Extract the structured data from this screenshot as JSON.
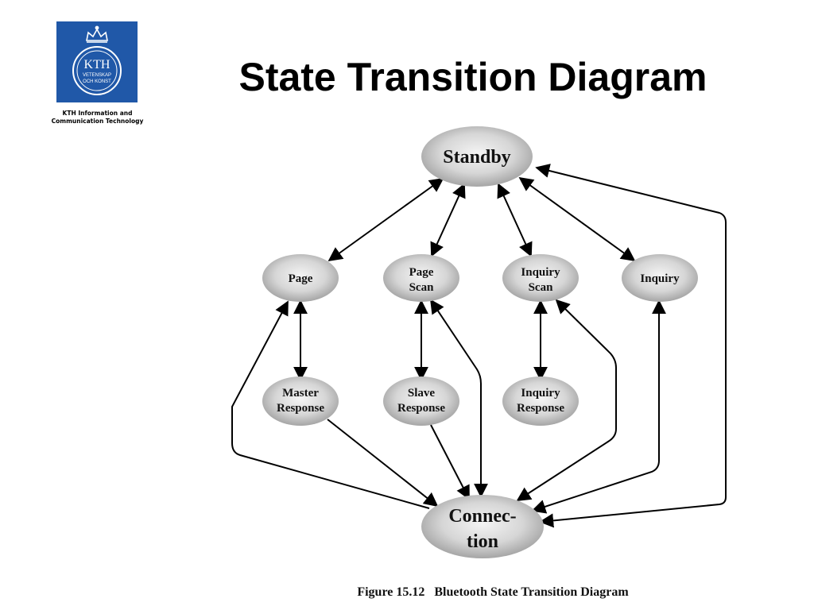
{
  "logo": {
    "wordmark": "KTH",
    "ring_text_1": "VETENSKAP",
    "ring_text_2": "OCH KONST",
    "caption_line_1": "KTH Information and",
    "caption_line_2": "Communication Technology",
    "color": "#2058a8"
  },
  "slide": {
    "title": "State Transition Diagram"
  },
  "diagram": {
    "nodes": {
      "standby": "Standby",
      "page": "Page",
      "page_scan_1": "Page",
      "page_scan_2": "Scan",
      "inquiry_scan_1": "Inquiry",
      "inquiry_scan_2": "Scan",
      "inquiry": "Inquiry",
      "master_response_1": "Master",
      "master_response_2": "Response",
      "slave_response_1": "Slave",
      "slave_response_2": "Response",
      "inquiry_response_1": "Inquiry",
      "inquiry_response_2": "Response",
      "connection_1": "Connec-",
      "connection_2": "tion"
    },
    "caption": "Figure 15.12   Bluetooth State Transition Diagram"
  }
}
